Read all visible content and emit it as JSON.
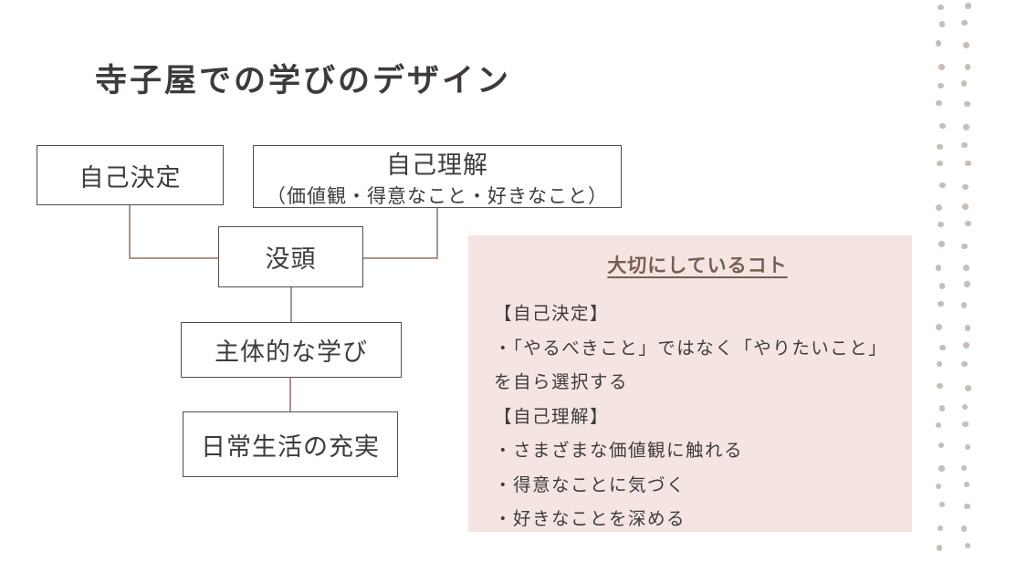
{
  "title": "寺子屋での学びのデザイン",
  "flowchart": {
    "nodes": {
      "self_determination": {
        "label": "自己決定"
      },
      "self_understanding": {
        "label": "自己理解",
        "sublabel": "（価値観・得意なこと・好きなこと）"
      },
      "immersion": {
        "label": "没頭"
      },
      "proactive_learning": {
        "label": "主体的な学び"
      },
      "daily_life": {
        "label": "日常生活の充実"
      }
    }
  },
  "panel": {
    "heading": "大切にしているコト",
    "items": [
      "【自己決定】",
      "・「やるべきこと」ではなく「やりたいこと」を自ら選択する",
      "【自己理解】",
      "・さまざまな価値観に触れる",
      "・得意なことに気づく",
      "・好きなことを深める"
    ]
  },
  "colors": {
    "panel_bg": "#f4e5e2",
    "panel_heading": "#7a5c50",
    "connector": "#ab948c",
    "box_border": "#4f4f4f",
    "text": "#3c3c3c",
    "dots": "#c7beb8"
  }
}
